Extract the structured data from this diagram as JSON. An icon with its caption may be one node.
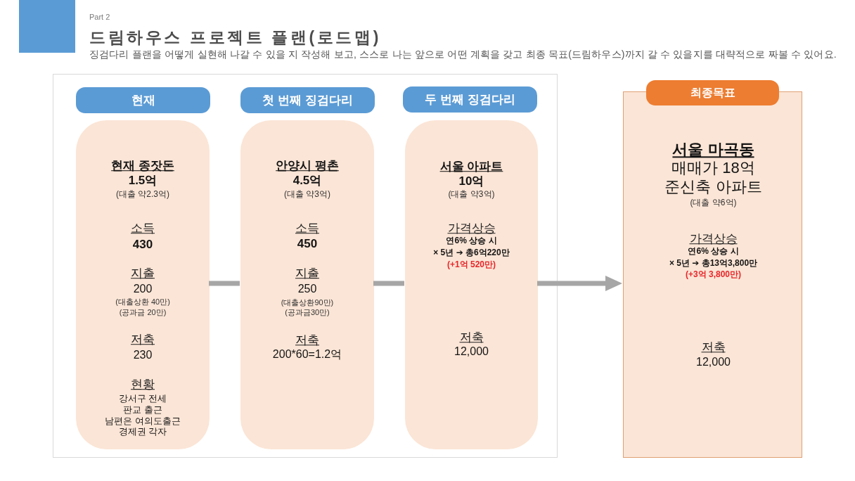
{
  "diagram": {
    "title": "드림하우스 프로젝트 플랜(로드맵)",
    "nodes": [
      {
        "text": [],
        "shape": "box"
      },
      {
        "text": [
          "현재"
        ],
        "in": 0
      },
      {
        "text": [
          "현재 종잣돈",
          "1.5억",
          "(대출 약2.3억)",
          "소득",
          "430",
          "지출",
          "200",
          "(대출상환 40만)",
          "(공과금 20만)",
          "저축",
          "230",
          "현황",
          "강서구 전세",
          "판교 출근",
          "남편은 여의도출근",
          "경제권 각자"
        ],
        "in": 0
      },
      {
        "text": [
          "첫 번째 징검다리"
        ],
        "in": 0
      },
      {
        "text": [
          "안양시 평촌",
          "4.5억",
          "(대출 약3억)",
          "소득",
          "450",
          "지출",
          "250",
          "(대출상환90만)",
          "(공과금30만)",
          "저축",
          "200*60=1.2억"
        ],
        "in": 0
      },
      {
        "text": [
          "두 번째 징검다리"
        ],
        "in": 0
      },
      {
        "text": [
          "서울 아파트",
          "10억",
          "(대출 약3억)",
          "가격상승",
          "연6% 상승 시",
          "× 5년 ➔ 총6억220만",
          "(+1억 520만)",
          "저축",
          "12,000"
        ],
        "in": 0
      },
      {
        "text": [
          "최종목표"
        ]
      },
      {
        "text": [
          "서울 마곡동",
          "매매가 18억",
          "준신축 아파트",
          "(대출 약6억)",
          "가격상승",
          "연6% 상승 시",
          "× 5년 ➔ 총13억3,800만",
          "(+3억 3,800만)",
          "저축",
          "12,000"
        ]
      }
    ],
    "edges": [
      {
        "from": 2,
        "to": 4,
        "arrow": "none"
      },
      {
        "from": 4,
        "to": 6,
        "arrow": "none"
      },
      {
        "from": 6,
        "to": 8,
        "arrow": "to"
      }
    ],
    "labels": [
      "Part 2",
      "징검다리 플랜을 어떻게 실현해 나갈 수 있을 지 작성해 보고, 스스로 나는 앞으로 어떤 계획을 갖고 최종 목표(드림하우스)까지 갈 수 있을지를 대략적으로 짜볼 수 있어요."
    ]
  }
}
